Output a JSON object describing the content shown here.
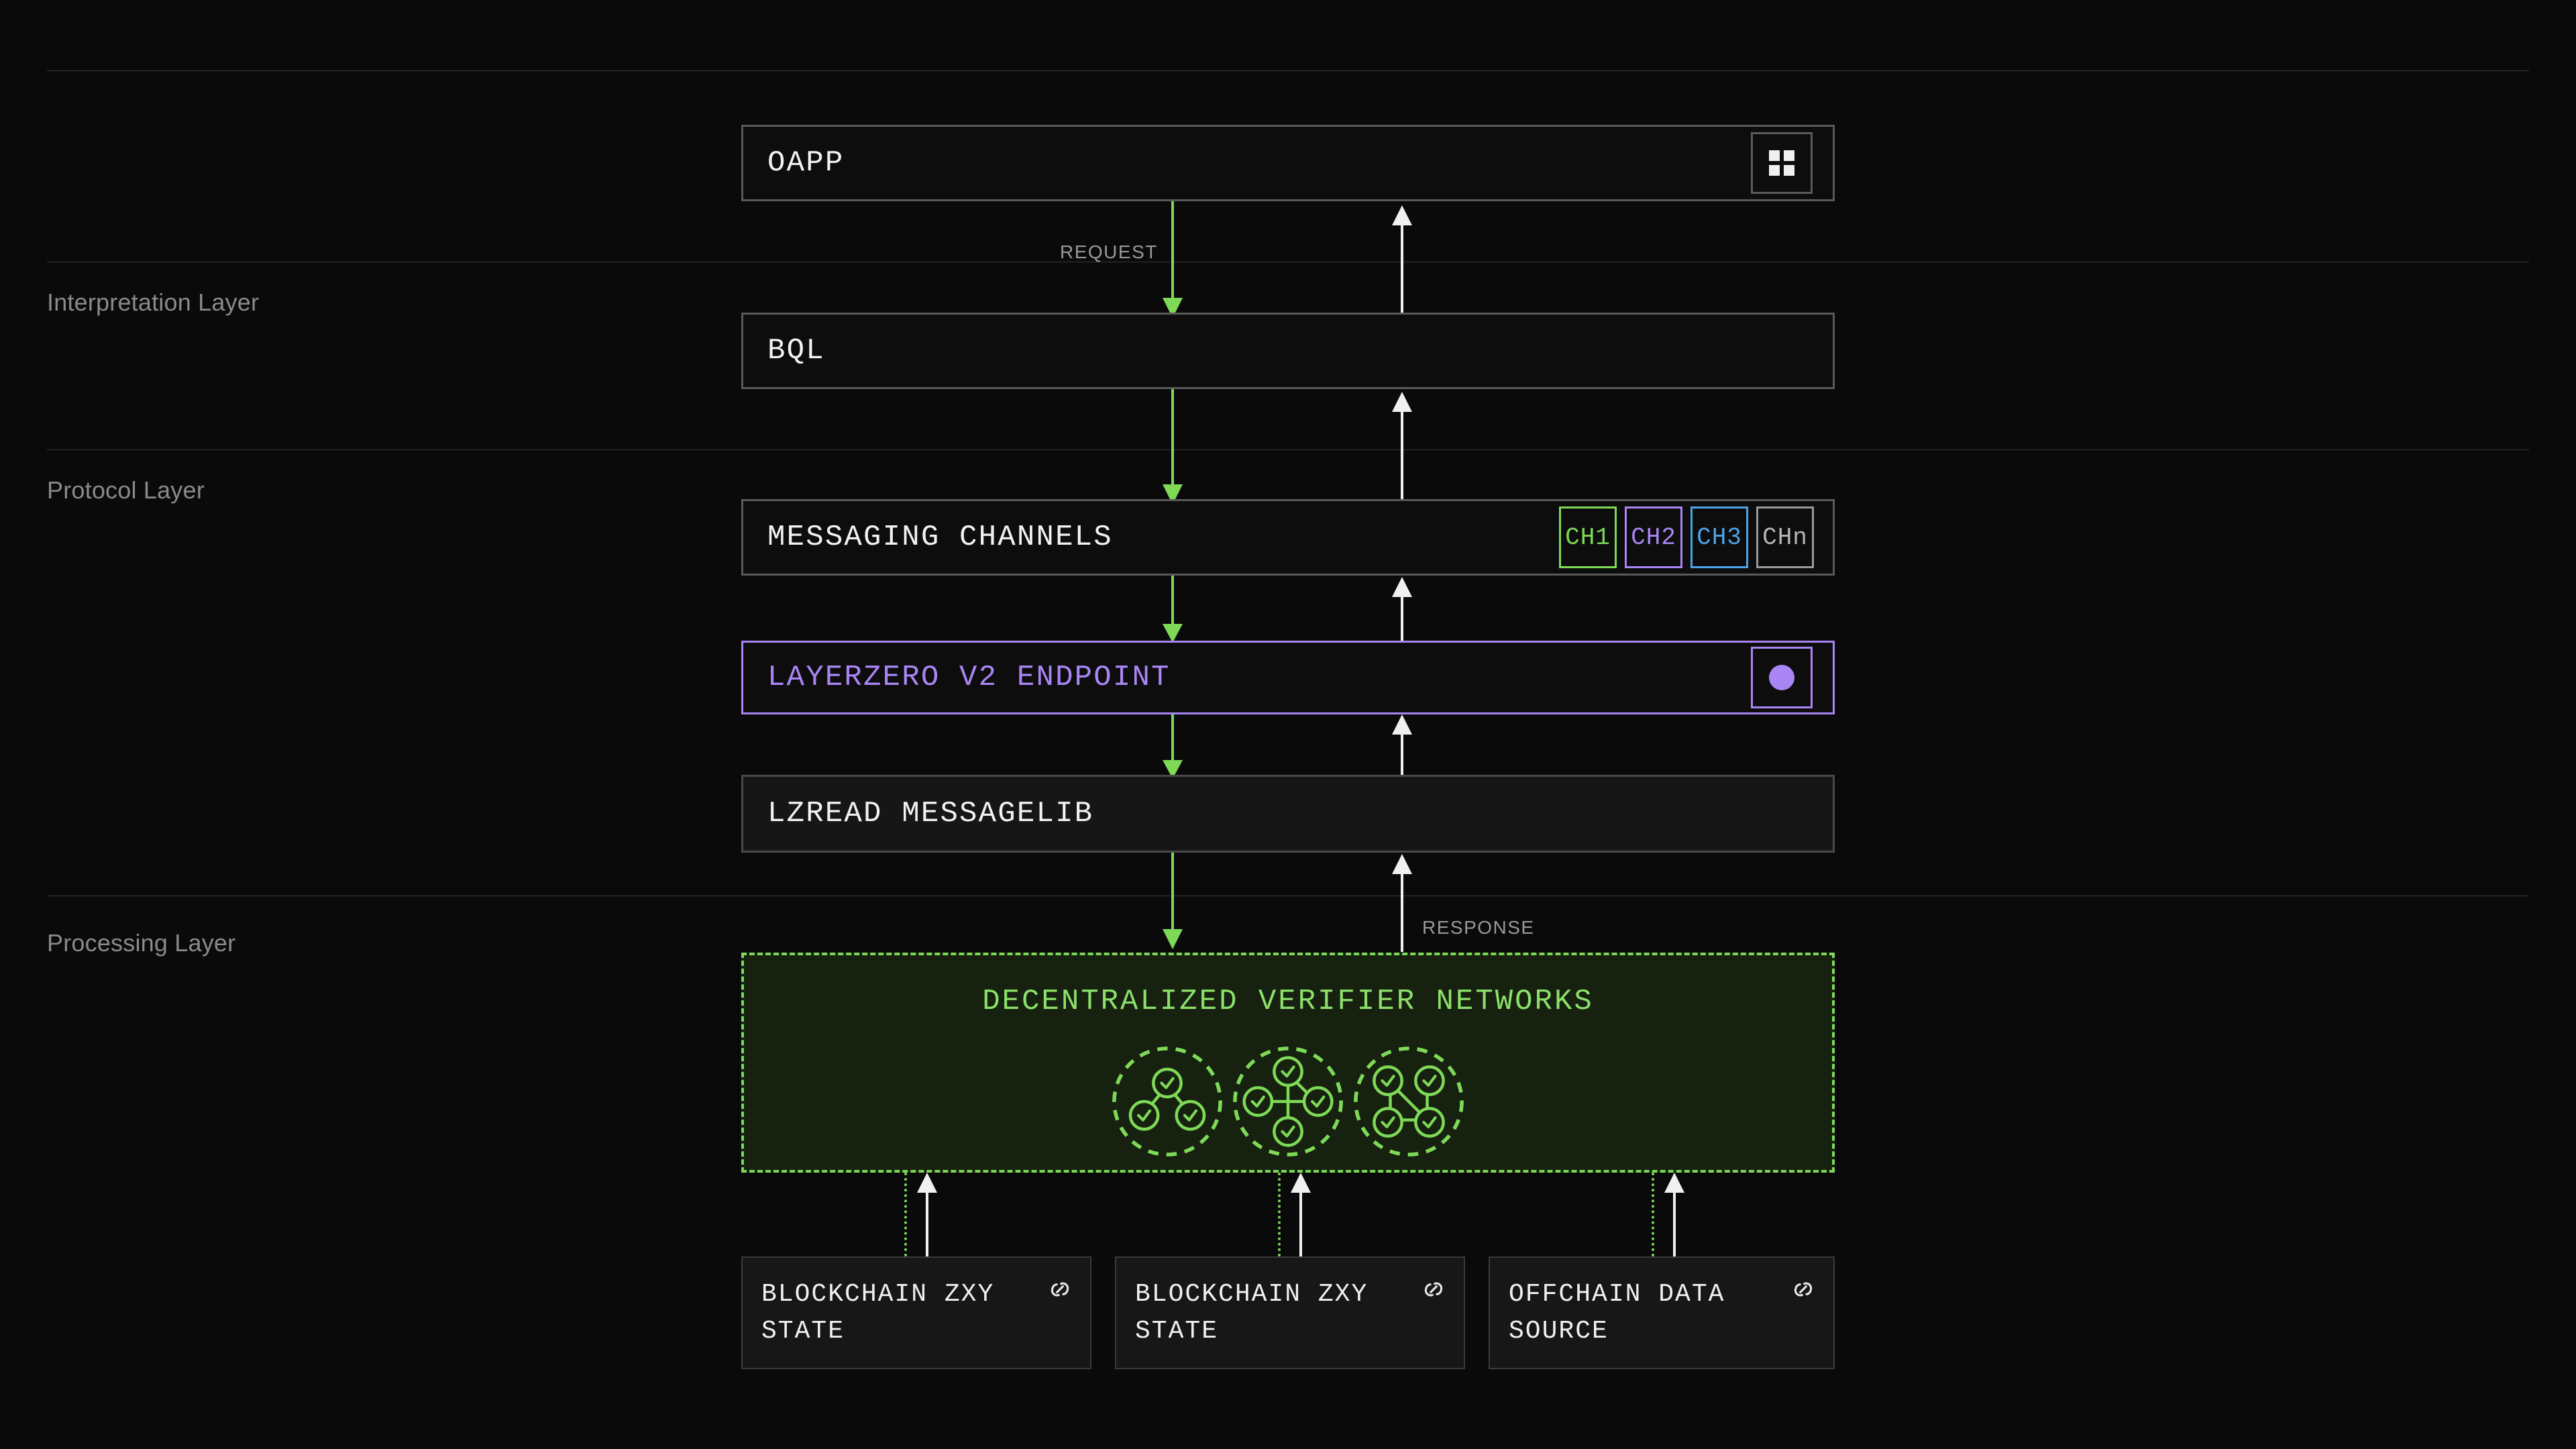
{
  "diagram": {
    "background": "#0a0a0a",
    "accent_green": "#7ed957",
    "accent_purple": "#a985f5",
    "accent_blue": "#4ea3e8",
    "accent_gray": "#999999"
  },
  "layers": [
    {
      "id": "interpretation",
      "label": "Interpretation Layer"
    },
    {
      "id": "protocol",
      "label": "Protocol Layer"
    },
    {
      "id": "processing",
      "label": "Processing Layer"
    }
  ],
  "nodes": {
    "oapp": {
      "title": "OAPP",
      "icon": "grid-icon"
    },
    "bql": {
      "title": "BQL"
    },
    "channels": {
      "title": "MESSAGING CHANNELS"
    },
    "endpoint": {
      "title": "LAYERZERO V2 ENDPOINT",
      "icon": "dot-icon"
    },
    "messagelib": {
      "title": "LZREAD MESSAGELIB"
    },
    "dvn": {
      "title": "DECENTRALIZED VERIFIER NETWORKS"
    }
  },
  "channel_badges": [
    {
      "label": "CH1",
      "color": "#7ed957"
    },
    {
      "label": "CH2",
      "color": "#a985f5"
    },
    {
      "label": "CH3",
      "color": "#4ea3e8"
    },
    {
      "label": "CHn",
      "color": "#999999"
    }
  ],
  "flows": [
    {
      "id": "request",
      "label": "REQUEST",
      "direction": "down",
      "color": "#7ed957"
    },
    {
      "id": "response",
      "label": "RESPONSE",
      "direction": "up",
      "color": "#f0f0f0"
    }
  ],
  "sources": [
    {
      "label": "BLOCKCHAIN ZXY\nSTATE",
      "icon": "link-icon"
    },
    {
      "label": "BLOCKCHAIN ZXY\nSTATE",
      "icon": "link-icon"
    },
    {
      "label": "OFFCHAIN DATA\nSOURCE",
      "icon": "link-icon"
    }
  ],
  "verifier_clusters": [
    {
      "id": "cluster-chain",
      "nodes": 3,
      "topology": "v-chain"
    },
    {
      "id": "cluster-star",
      "nodes": 4,
      "topology": "star"
    },
    {
      "id": "cluster-mesh",
      "nodes": 4,
      "topology": "mesh"
    }
  ]
}
